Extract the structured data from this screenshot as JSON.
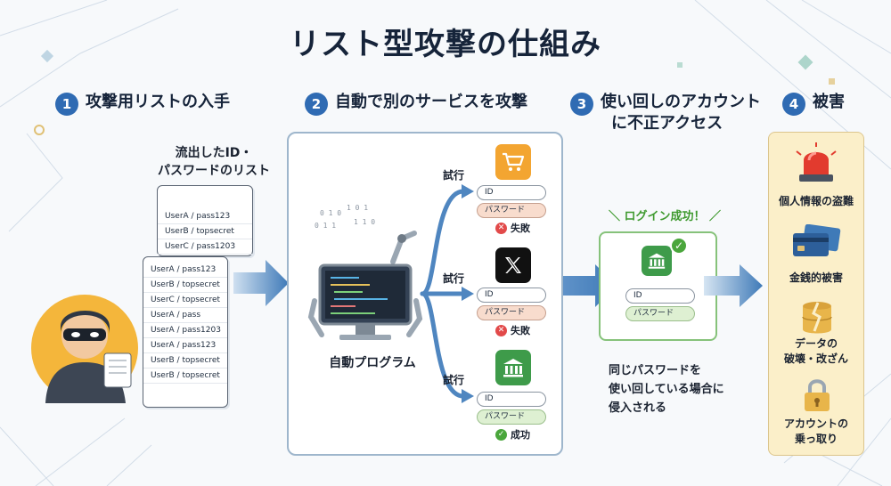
{
  "title": "リスト型攻撃の仕組み",
  "steps": [
    {
      "num": "1",
      "label": "攻撃用リストの入手"
    },
    {
      "num": "2",
      "label": "自動で別のサービスを攻撃"
    },
    {
      "num": "3",
      "label_line1": "使い回しのアカウント",
      "label_line2": "に不正アクセス"
    },
    {
      "num": "4",
      "label": "被害"
    }
  ],
  "leaked_list": {
    "label_line1": "流出したID・",
    "label_line2": "パスワードのリスト",
    "back_rows": [
      "UserA / pass123",
      "UserB / topsecret",
      "UserC / pass1203"
    ],
    "front_rows": [
      "UserA / pass123",
      "UserB / topsecret",
      "UserC / topsecret",
      "UserA / pass",
      "UserA / pass1203",
      "UserA / pass123",
      "UserB / topsecret",
      "UserB / topsecret"
    ]
  },
  "program": {
    "label": "自動プログラム",
    "binary_text": [
      "0 1 0",
      "1 0 1",
      "0 1 1",
      "1 1 0"
    ]
  },
  "attempts": [
    {
      "try_label": "試行",
      "icon": "shopping-cart-icon",
      "icon_bg": "#f3a531",
      "id_label": "ID",
      "pw_label": "パスワード",
      "result": "失敗",
      "result_color": "#e24a4a",
      "result_mark": "✕",
      "success": false
    },
    {
      "try_label": "試行",
      "icon": "x-logo-icon",
      "icon_bg": "#111111",
      "id_label": "ID",
      "pw_label": "パスワード",
      "result": "失敗",
      "result_color": "#e24a4a",
      "result_mark": "✕",
      "success": false
    },
    {
      "try_label": "試行",
      "icon": "bank-icon",
      "icon_bg": "#3e9b4a",
      "id_label": "ID",
      "pw_label": "パスワード",
      "result": "成功",
      "result_color": "#4aa63c",
      "result_mark": "✓",
      "success": true
    }
  ],
  "access": {
    "login_success": "＼ ログイン成功！ ／",
    "id_label": "ID",
    "pw_label": "パスワード",
    "note_line1": "同じパスワードを",
    "note_line2": "使い回している場合に",
    "note_line3": "侵入される"
  },
  "damages": [
    {
      "icon": "siren-icon",
      "line1": "個人情報の盗難",
      "line2": ""
    },
    {
      "icon": "credit-card-icon",
      "line1": "金銭的被害",
      "line2": ""
    },
    {
      "icon": "broken-database-icon",
      "line1": "データの",
      "line2": "破壊・改ざん"
    },
    {
      "icon": "padlock-icon",
      "line1": "アカウントの",
      "line2": "乗っ取り"
    }
  ],
  "colors": {
    "accent": "#2f6bb3",
    "arrow": "#4f86c0",
    "success": "#4aa63c",
    "failure": "#e24a4a",
    "damage_bg": "#fbefc9"
  }
}
